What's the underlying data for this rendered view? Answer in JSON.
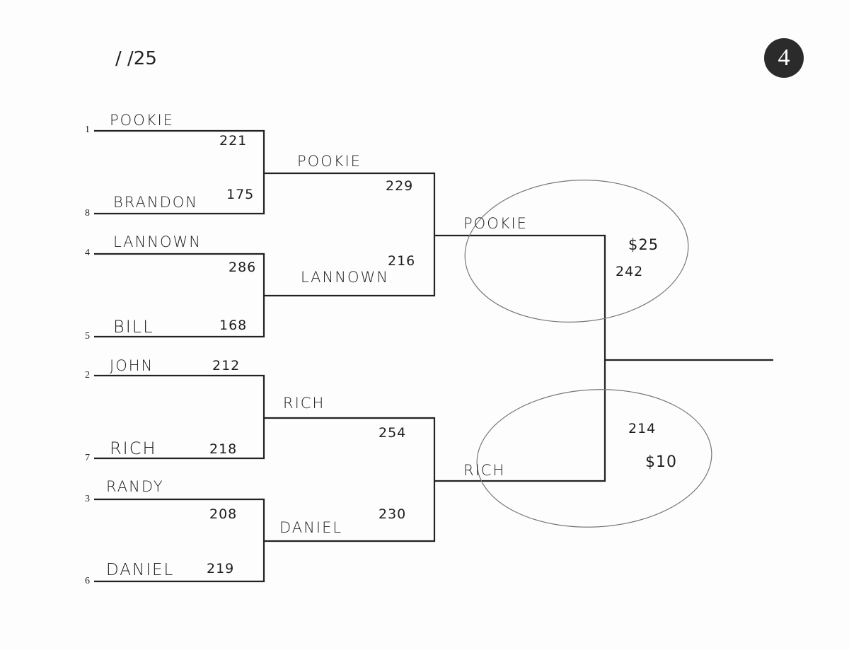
{
  "header": {
    "date": "/   /25",
    "page_number": "4"
  },
  "round1": [
    {
      "seed": "1",
      "name": "Pookie",
      "score": "221"
    },
    {
      "seed": "8",
      "name": "Brandon",
      "score": "175"
    },
    {
      "seed": "4",
      "name": "Lannown",
      "score": "286"
    },
    {
      "seed": "5",
      "name": "Bill",
      "score": "168"
    },
    {
      "seed": "2",
      "name": "John",
      "score": "212"
    },
    {
      "seed": "7",
      "name": "Rich",
      "score": "218"
    },
    {
      "seed": "3",
      "name": "Randy",
      "score": "208"
    },
    {
      "seed": "6",
      "name": "Daniel",
      "score": "219"
    }
  ],
  "round2": [
    {
      "name": "Pookie",
      "score": "229"
    },
    {
      "name": "Lannown",
      "score": "216"
    },
    {
      "name": "Rich",
      "score": "254"
    },
    {
      "name": "Daniel",
      "score": "230"
    }
  ],
  "round3": [
    {
      "name": "Pookie",
      "score": "242",
      "prize": "$25"
    },
    {
      "name": "Rich",
      "score": "214",
      "prize": "$10"
    }
  ]
}
